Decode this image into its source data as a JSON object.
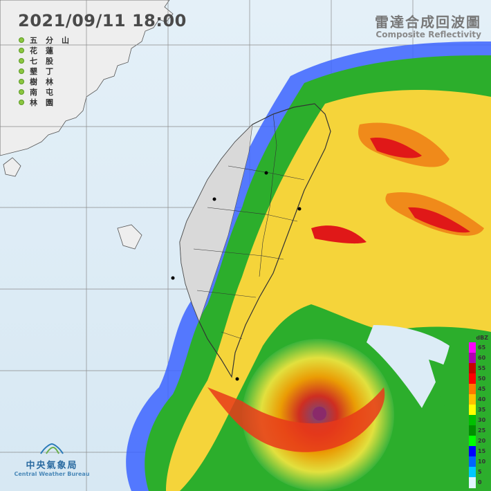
{
  "header": {
    "timestamp": "2021/09/11  18:00",
    "product_title_zh": "雷達合成回波圖",
    "product_title_en": "Composite Reflectivity"
  },
  "radar_stations": [
    {
      "name": "五分山"
    },
    {
      "name": "花蓮"
    },
    {
      "name": "七股"
    },
    {
      "name": "墾丁"
    },
    {
      "name": "樹林"
    },
    {
      "name": "南屯"
    },
    {
      "name": "林園"
    }
  ],
  "legend": {
    "unit": "dBZ",
    "ticks": [
      "65",
      "60",
      "55",
      "50",
      "45",
      "40",
      "35",
      "30",
      "25",
      "20",
      "15",
      "10",
      "5",
      "0"
    ],
    "colors": [
      "#ff00ff",
      "#b000b0",
      "#c80000",
      "#ff0000",
      "#ff7800",
      "#ffc000",
      "#ffff00",
      "#00c000",
      "#009000",
      "#00ff00",
      "#0000ff",
      "#0064ff",
      "#00c8ff",
      "#e0f4ff"
    ]
  },
  "agency": {
    "name_zh": "中央氣象局",
    "name_en": "Central Weather Bureau"
  },
  "colors": {
    "sea": "#dcecf6",
    "land": "#d9d9d9",
    "grid": "#8a8a8a",
    "station_dot": "#8cc641"
  }
}
